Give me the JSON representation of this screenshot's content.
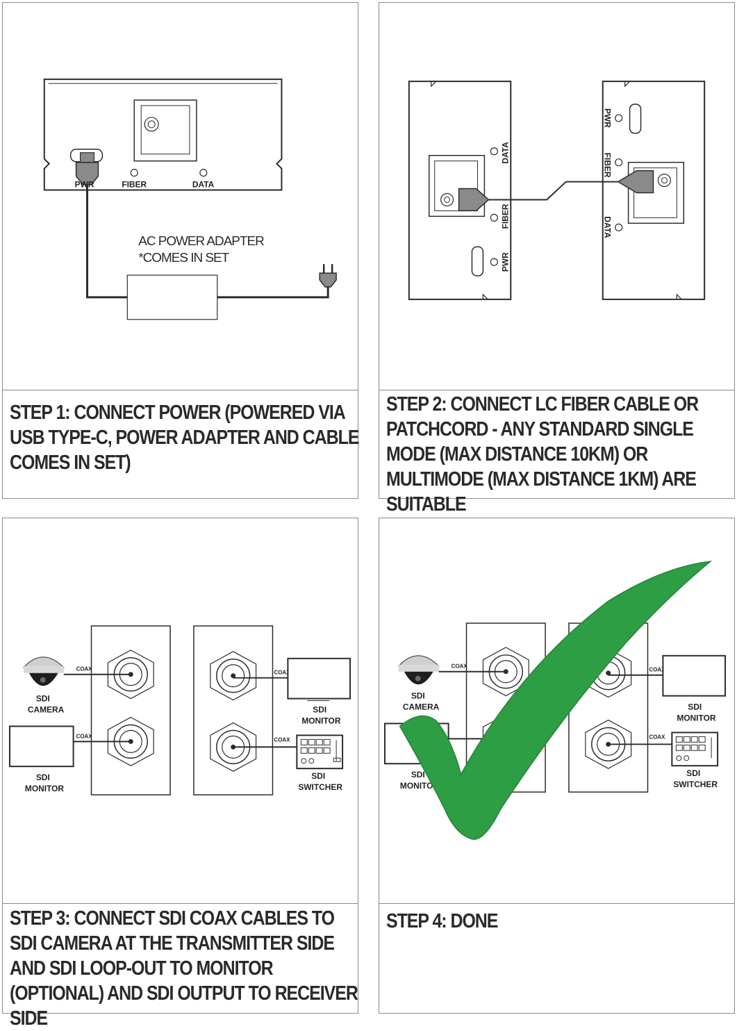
{
  "steps": [
    {
      "caption": "STEP 1: CONNECT POWER (POWERED VIA USB TYPE-C, POWER ADAPTER AND CABLE COMES IN SET)",
      "labels": {
        "pwr": "PWR",
        "fiber": "FIBER",
        "data": "DATA",
        "adapter_line1": "AC POWER ADAPTER",
        "adapter_line2": "*COMES IN SET"
      }
    },
    {
      "caption": "STEP 2: CONNECT LC FIBER CABLE OR PATCHCORD - ANY STANDARD SINGLE MODE (MAX DISTANCE 10KM) OR MULTIMODE (MAX DISTANCE 1KM) ARE SUITABLE",
      "labels": {
        "data": "DATA",
        "fiber": "FIBER",
        "pwr": "PWR"
      }
    },
    {
      "caption": "STEP 3: CONNECT SDI COAX CABLES TO SDI CAMERA AT THE TRANSMITTER SIDE AND SDI LOOP-OUT TO MONITOR (OPTIONAL) AND SDI OUTPUT TO RECEIVER SIDE",
      "labels": {
        "camera1": "SDI",
        "camera2": "CAMERA",
        "monitor1": "SDI",
        "monitor2": "MONITOR",
        "switcher1": "SDI",
        "switcher2": "SWITCHER",
        "coax": "COAX"
      }
    },
    {
      "caption": "STEP 4: DONE",
      "labels": {
        "camera1": "SDI",
        "camera2": "CAMERA",
        "monitor1": "SDI",
        "monitor2": "MONITOR",
        "switcher1": "SDI",
        "switcher2": "SWITCHER",
        "coax": "COAX"
      }
    }
  ],
  "colors": {
    "line": "#2b2b2b",
    "connector": "#8a8a8a",
    "checkmark": "#2e9e45"
  }
}
